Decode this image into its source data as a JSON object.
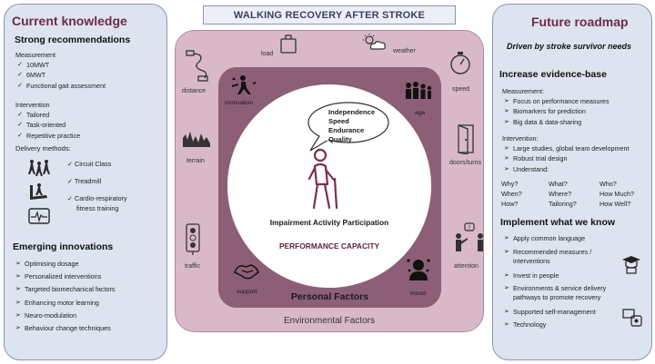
{
  "title": "WALKING RECOVERY AFTER STROKE",
  "left_panel": {
    "title": "Current knowledge",
    "strong": {
      "heading": "Strong recommendations",
      "measurement_heading": "Measurement",
      "measurement": [
        "10MWT",
        "6MWT",
        "Functional gait assessment"
      ],
      "intervention_heading": "Intervention",
      "intervention": [
        "Tailored",
        "Task-oriented",
        "Repetitive practice"
      ],
      "delivery_heading": "Delivery methods:",
      "delivery": [
        "Circuit Class",
        "Treadmill",
        "Cardio-respiratory",
        "fitness training"
      ]
    },
    "emerging": {
      "heading": "Emerging innovations",
      "items": [
        "Optimising dosage",
        "Personalized interventions",
        "Targeted biomechanical factors",
        "Enhancing motor  learning",
        "Neuro-modulation",
        "Behaviour change techniques"
      ]
    }
  },
  "center": {
    "environmental_label": "Environmental Factors",
    "personal_label": "Personal Factors",
    "bubble": [
      "Independence",
      "Speed",
      "Endurance",
      "Quality"
    ],
    "icf_label": "Impairment  Activity  Participation",
    "performance_label": "PERFORMANCE  CAPACITY",
    "env_factors": {
      "load": "load",
      "weather": "weather",
      "distance": "distance",
      "speed": "speed",
      "terrain": "terrain",
      "doors": "doors/turns",
      "traffic": "traffic",
      "attention": "attention"
    },
    "personal_factors": {
      "motivation": "motivation",
      "age": "age",
      "support": "support",
      "mood": "mood"
    }
  },
  "right_panel": {
    "title": "Future roadmap",
    "subtitle": "Driven by stroke survivor needs",
    "evidence": {
      "heading": "Increase evidence-base",
      "measurement_heading": "Measurement:",
      "measurement": [
        "Focus on performance measures",
        "Biomarkers for prediction",
        "Big data & data-sharing"
      ],
      "intervention_heading": "Intervention:",
      "intervention": [
        "Large studies, global team development",
        "Robust trial design",
        "Understand:"
      ],
      "questions": [
        "Why?",
        "What?",
        "Who?",
        "When?",
        "Where?",
        "How Much?",
        "How?",
        "Tailoring?",
        "How Well?"
      ]
    },
    "implement": {
      "heading": "Implement what we know",
      "items": [
        "Apply common language",
        "Recommended measures /",
        "interventions",
        "Invest in people",
        "Environments & service delivery",
        "pathways to promote recovery",
        "Supported self-management",
        "Technology"
      ]
    }
  },
  "colors": {
    "panel_bg": "#dde3ef",
    "environmental": "#d9b9c8",
    "personal": "#8d5f76",
    "accent": "#6d2c47"
  }
}
